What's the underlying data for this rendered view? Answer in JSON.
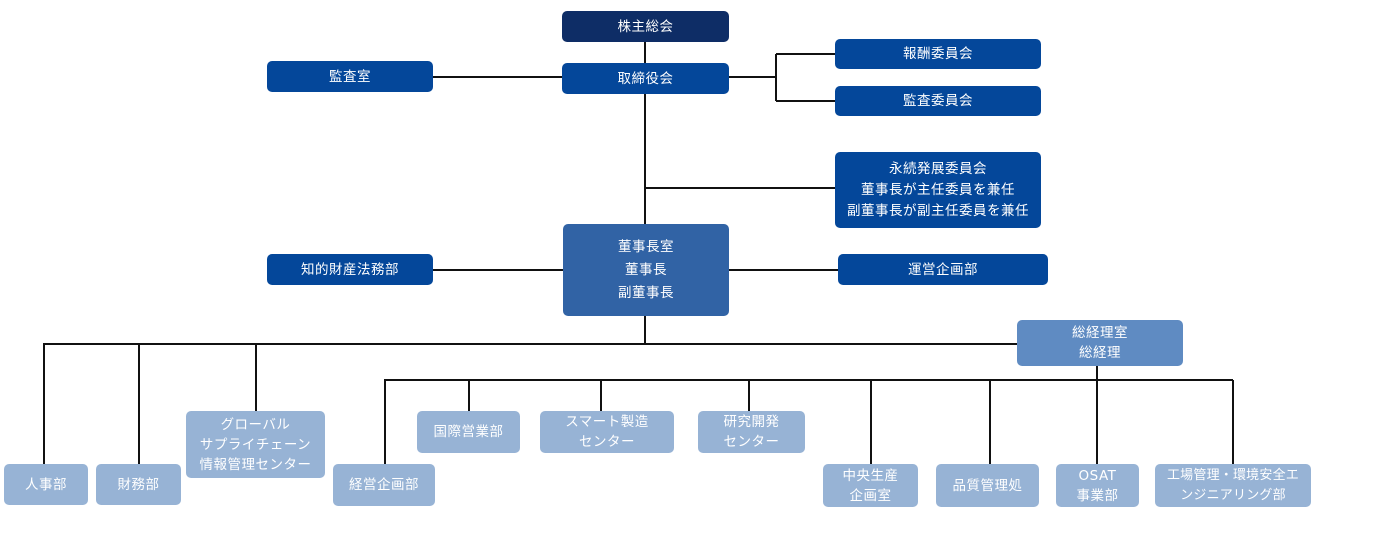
{
  "colors": {
    "top": "#0e2d66",
    "board": "#04479a",
    "chairman": "#3163a5",
    "president": "#5f8bc2",
    "department": "#97b3d5",
    "line": "#111111"
  },
  "top": {
    "shareholders": "株主総会",
    "board": "取締役会",
    "audit_office": "監査室",
    "compensation_committee": "報酬委員会",
    "audit_committee": "監査委員会",
    "sustainability_committee": [
      "永続発展委員会",
      "董事長が主任委員を兼任",
      "副董事長が副主任委員を兼任"
    ]
  },
  "chairman": {
    "office": [
      "董事長室",
      "董事長",
      "副董事長"
    ],
    "ip_legal": "知的財産法務部",
    "operations_planning": "運営企画部"
  },
  "president": {
    "office": [
      "総経理室",
      "総経理"
    ]
  },
  "departments": {
    "hr": "人事部",
    "finance": "財務部",
    "global_scm": [
      "グローバル",
      "サプライチェーン",
      "情報管理センター"
    ],
    "business_planning": "経営企画部",
    "intl_sales": "国際営業部",
    "smart_manufacturing": [
      "スマート製造",
      "センター"
    ],
    "rnd": [
      "研究開発",
      "センター"
    ],
    "central_production": [
      "中央生産",
      "企画室"
    ],
    "quality": "品質管理処",
    "osat": [
      "OSAT",
      "事業部"
    ],
    "factory_env": [
      "工場管理・環境安全エ",
      "ンジニアリング部"
    ]
  }
}
